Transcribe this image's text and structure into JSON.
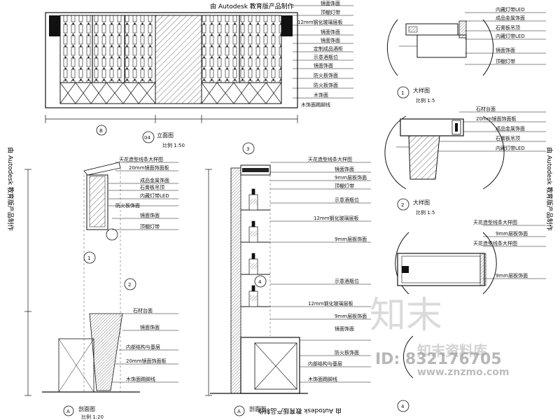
{
  "stamp": {
    "top": "由 Autodesk 教育版产品制作",
    "right": "由 Autodesk 教育版产品制作",
    "left": "由 Autodesk 教育版产品制作",
    "bottom": "由 Autodesk 教育版产品制作"
  },
  "watermark": {
    "brand_cn": "知末",
    "brand_sub": "知末资料库",
    "id": "ID: 832176705",
    "url": "www.znzmo.com"
  },
  "views": {
    "elevation_top": {
      "num": "04",
      "title": "立面图",
      "scale": "比例 1:50",
      "tag": "B"
    },
    "section_a": {
      "tag": "A",
      "title": "剖面图",
      "scale": "比例 1:20"
    },
    "section_b": {
      "tag": "A",
      "title": "剖面图"
    },
    "detail_1": {
      "num": "1",
      "title": "大样图",
      "scale": "比例 1:5"
    },
    "detail_2": {
      "num": "2",
      "title": "大样图",
      "scale": "比例 1:5"
    },
    "detail_4": {
      "num": "4"
    }
  },
  "markers": {
    "m1": "1",
    "m2": "2",
    "m3": "3",
    "m4": "4"
  },
  "labels_top_elevation": [
    "镜面饰面",
    "顶棚灯带",
    "12mm钢化玻璃层板",
    "镜面饰面",
    "镜面饰面",
    "定制成品酒柜",
    "示意酒瓶位",
    "镜面饰面",
    "防火板饰面",
    "防火板饰面",
    "木饰面",
    "木饰面踢脚线"
  ],
  "labels_section_a": [
    "天花造型线条大样图",
    "20mm镜面饰面板",
    "成品金属饰面",
    "石膏板吊顶",
    "内藏灯带LED",
    "防火板饰面",
    "镜面饰面",
    "顶棚灯带",
    "石材台面",
    "镜面饰面",
    "内部结构与基层",
    "20mm镜面饰面板",
    "木饰面踢脚线"
  ],
  "labels_section_b": [
    "天花造型线条大样图",
    "镜面饰面",
    "9mm层板饰面",
    "顶棚灯带",
    "示意酒瓶位",
    "12mm钢化玻璃层板",
    "9mm层板饰面",
    "示意酒瓶位",
    "12mm钢化玻璃层板",
    "9mm层板饰面",
    "镜面饰面",
    "防火板饰面",
    "内部结构与基层",
    "木饰面踢脚线"
  ],
  "labels_detail_1": [
    "内藏灯带LED",
    "成品金属饰面",
    "石膏板吊顶",
    "内藏灯带LED",
    "镜面饰面",
    "顶棚灯带"
  ],
  "labels_detail_2": [
    "石材台面",
    "20mm镜面饰面板",
    "成品金属饰面",
    "石膏板吊顶",
    "内藏灯带LED"
  ],
  "labels_detail_4": [
    "天花造型线条大样图",
    "9mm层板饰面",
    "天花造型线条大样图",
    "9mm层板饰面"
  ]
}
